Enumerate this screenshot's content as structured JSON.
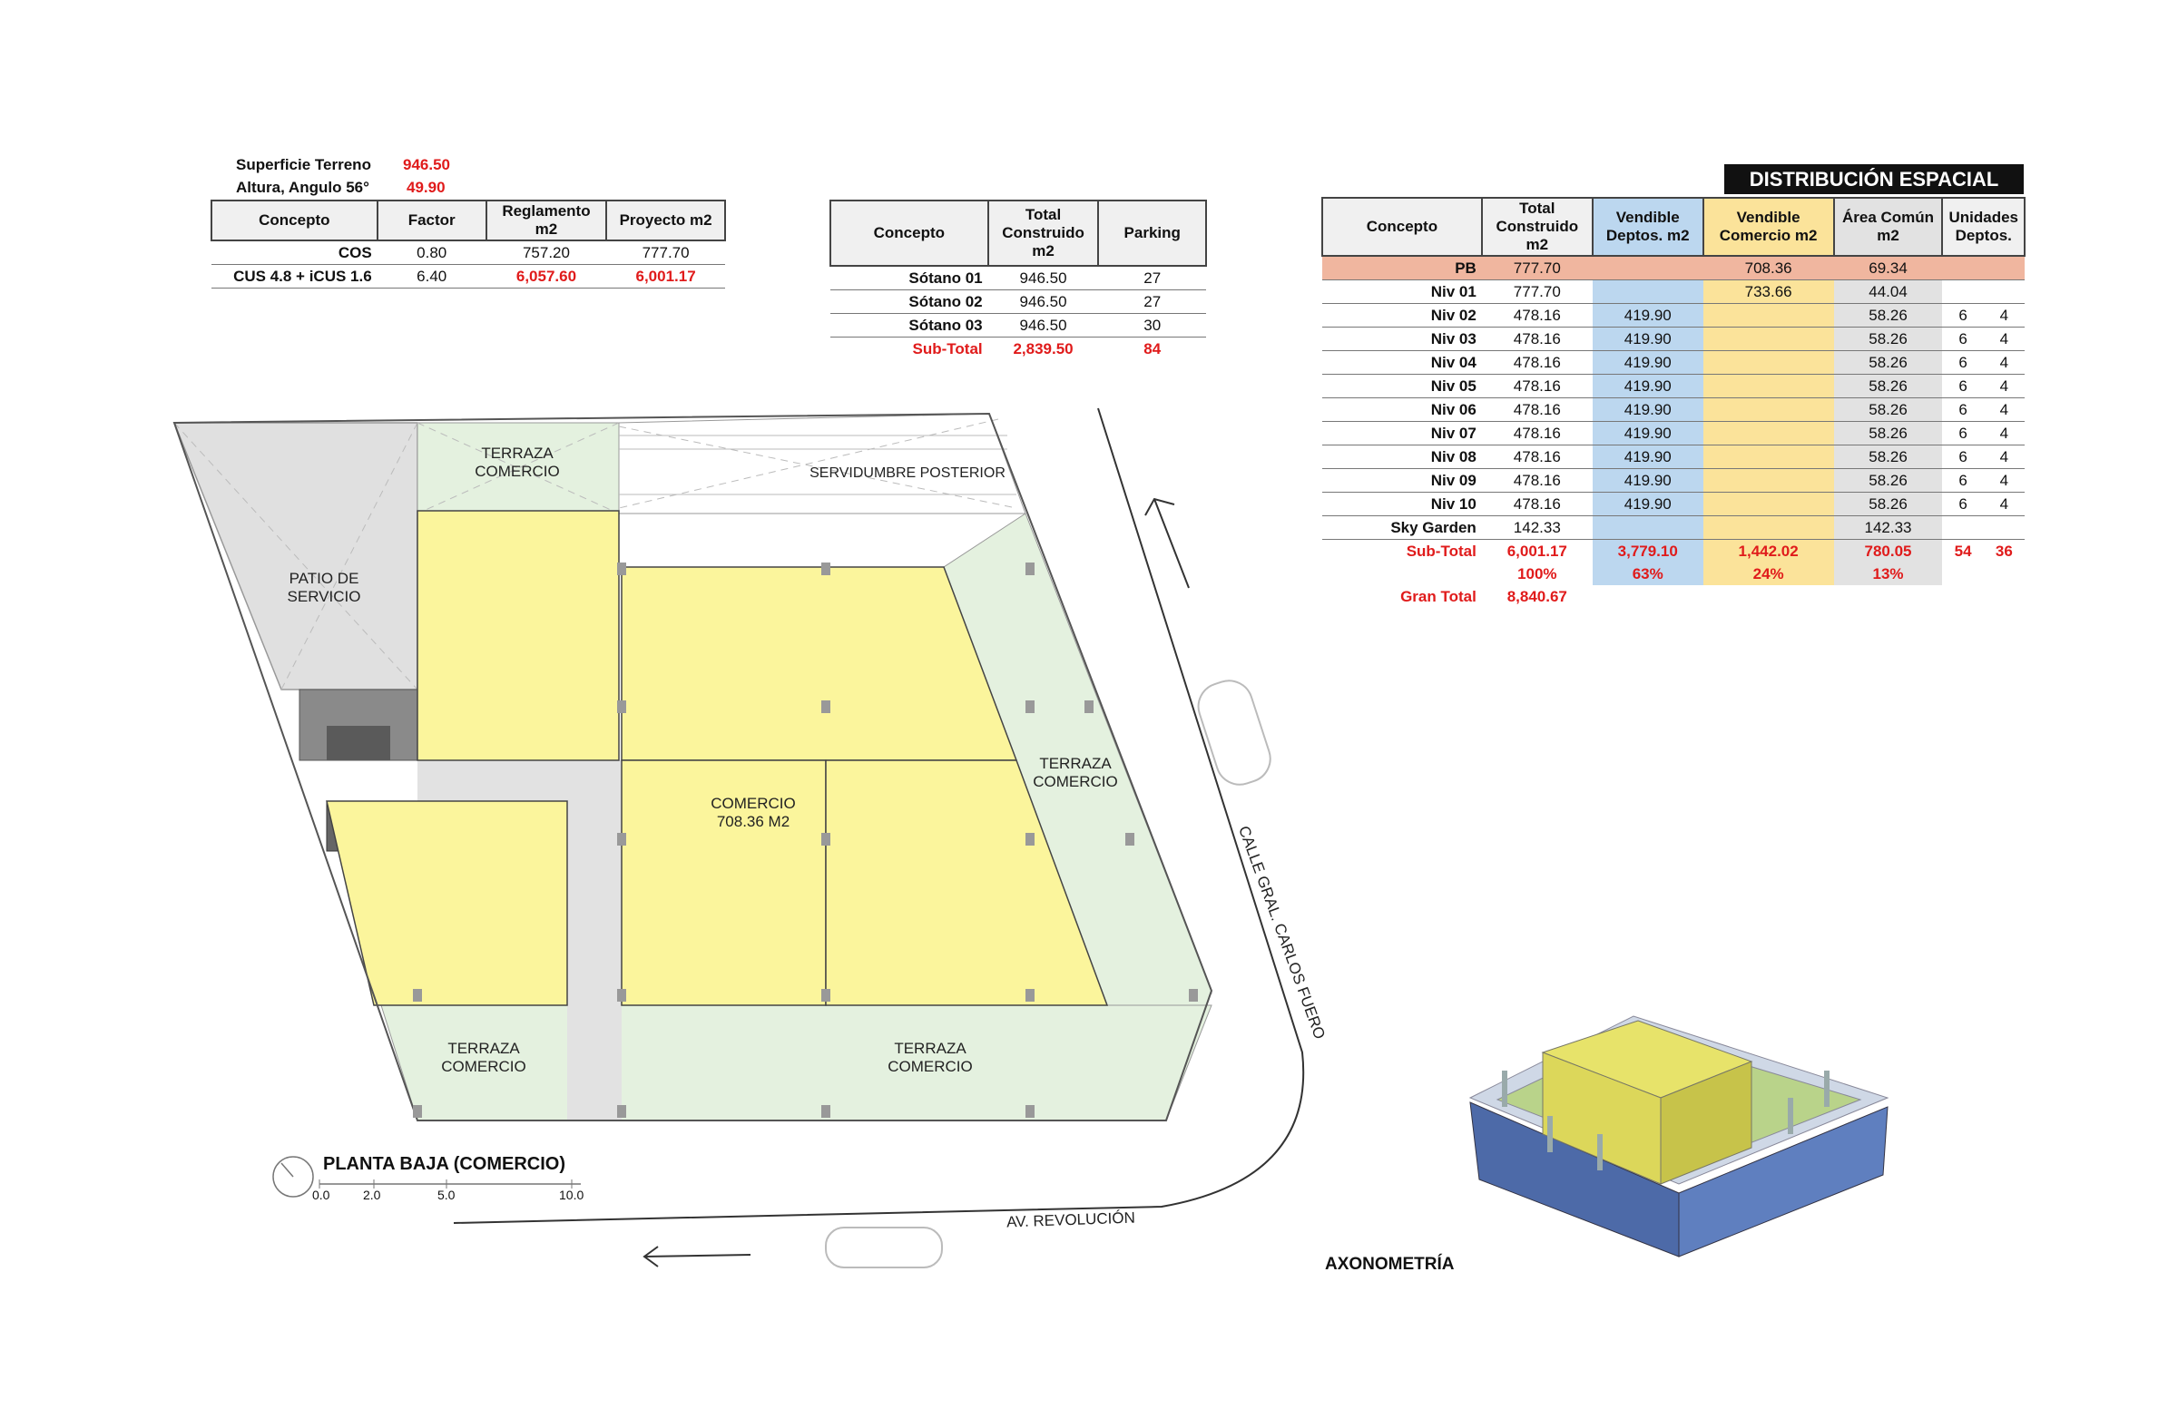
{
  "site": {
    "superficie_label": "Superficie Terreno",
    "superficie_value": "946.50",
    "altura_label": "Altura, Angulo 56°",
    "altura_value": "49.90"
  },
  "cos_table": {
    "headers": [
      "Concepto",
      "Factor",
      "Reglamento m2",
      "Proyecto m2"
    ],
    "rows": [
      {
        "concepto": "COS",
        "factor": "0.80",
        "reglamento": "757.20",
        "proyecto": "777.70"
      },
      {
        "concepto": "CUS 4.8 + iCUS 1.6",
        "factor": "6.40",
        "reglamento": "6,057.60",
        "proyecto": "6,001.17"
      }
    ]
  },
  "sotano_table": {
    "headers": [
      "Concepto",
      "Total Construido m2",
      "Parking"
    ],
    "rows": [
      {
        "concepto": "Sótano 01",
        "total": "946.50",
        "parking": "27"
      },
      {
        "concepto": "Sótano 02",
        "total": "946.50",
        "parking": "27"
      },
      {
        "concepto": "Sótano 03",
        "total": "946.50",
        "parking": "30"
      }
    ],
    "subtotal": {
      "concepto": "Sub-Total",
      "total": "2,839.50",
      "parking": "84"
    }
  },
  "distribucion": {
    "title": "DISTRIBUCIÓN ESPACIAL",
    "headers": [
      "Concepto",
      "Total Construido m2",
      "Vendible Deptos. m2",
      "Vendible Comercio m2",
      "Área Común m2",
      "Unidades Deptos."
    ],
    "rows": [
      {
        "concepto": "PB",
        "total": "777.70",
        "deptos": "",
        "comercio": "708.36",
        "comun": "69.34",
        "u1": "",
        "u2": ""
      },
      {
        "concepto": "Niv 01",
        "total": "777.70",
        "deptos": "",
        "comercio": "733.66",
        "comun": "44.04",
        "u1": "",
        "u2": ""
      },
      {
        "concepto": "Niv 02",
        "total": "478.16",
        "deptos": "419.90",
        "comercio": "",
        "comun": "58.26",
        "u1": "6",
        "u2": "4"
      },
      {
        "concepto": "Niv 03",
        "total": "478.16",
        "deptos": "419.90",
        "comercio": "",
        "comun": "58.26",
        "u1": "6",
        "u2": "4"
      },
      {
        "concepto": "Niv 04",
        "total": "478.16",
        "deptos": "419.90",
        "comercio": "",
        "comun": "58.26",
        "u1": "6",
        "u2": "4"
      },
      {
        "concepto": "Niv 05",
        "total": "478.16",
        "deptos": "419.90",
        "comercio": "",
        "comun": "58.26",
        "u1": "6",
        "u2": "4"
      },
      {
        "concepto": "Niv 06",
        "total": "478.16",
        "deptos": "419.90",
        "comercio": "",
        "comun": "58.26",
        "u1": "6",
        "u2": "4"
      },
      {
        "concepto": "Niv 07",
        "total": "478.16",
        "deptos": "419.90",
        "comercio": "",
        "comun": "58.26",
        "u1": "6",
        "u2": "4"
      },
      {
        "concepto": "Niv 08",
        "total": "478.16",
        "deptos": "419.90",
        "comercio": "",
        "comun": "58.26",
        "u1": "6",
        "u2": "4"
      },
      {
        "concepto": "Niv 09",
        "total": "478.16",
        "deptos": "419.90",
        "comercio": "",
        "comun": "58.26",
        "u1": "6",
        "u2": "4"
      },
      {
        "concepto": "Niv 10",
        "total": "478.16",
        "deptos": "419.90",
        "comercio": "",
        "comun": "58.26",
        "u1": "6",
        "u2": "4"
      },
      {
        "concepto": "Sky Garden",
        "total": "142.33",
        "deptos": "",
        "comercio": "",
        "comun": "142.33",
        "u1": "",
        "u2": ""
      }
    ],
    "subtotal": {
      "concepto": "Sub-Total",
      "total": "6,001.17",
      "deptos": "3,779.10",
      "comercio": "1,442.02",
      "comun": "780.05",
      "u1": "54",
      "u2": "36"
    },
    "percent": {
      "total": "100%",
      "deptos": "63%",
      "comercio": "24%",
      "comun": "13%"
    },
    "gran_total": {
      "label": "Gran Total",
      "value": "8,840.67"
    }
  },
  "plan": {
    "terraza_top": "TERRAZA\nCOMERCIO",
    "servidumbre": "SERVIDUMBRE POSTERIOR",
    "patio": "PATIO DE\nSERVICIO",
    "terraza_right": "TERRAZA\nCOMERCIO",
    "comercio": "COMERCIO\n708.36 M2",
    "terraza_bottom_left": "TERRAZA\nCOMERCIO",
    "terraza_bottom_mid": "TERRAZA\nCOMERCIO",
    "street_east": "CALLE GRAL. CARLOS FUERO",
    "street_south": "AV. REVOLUCIÓN",
    "title": "PLANTA BAJA (COMERCIO)",
    "scale": [
      "0.0",
      "2.0",
      "5.0",
      "10.0"
    ]
  },
  "axonometria": {
    "label": "AXONOMETRÍA"
  },
  "colors": {
    "accent_red": "#e01b1b",
    "retail_yellow": "#fbf59c",
    "terrace_green": "#e4f1df",
    "service_gray": "#e2e2e2",
    "deptos_blue": "#bcd7ef",
    "comercio_yellow": "#fbe39a",
    "pb_salmon": "#f0b69f"
  }
}
